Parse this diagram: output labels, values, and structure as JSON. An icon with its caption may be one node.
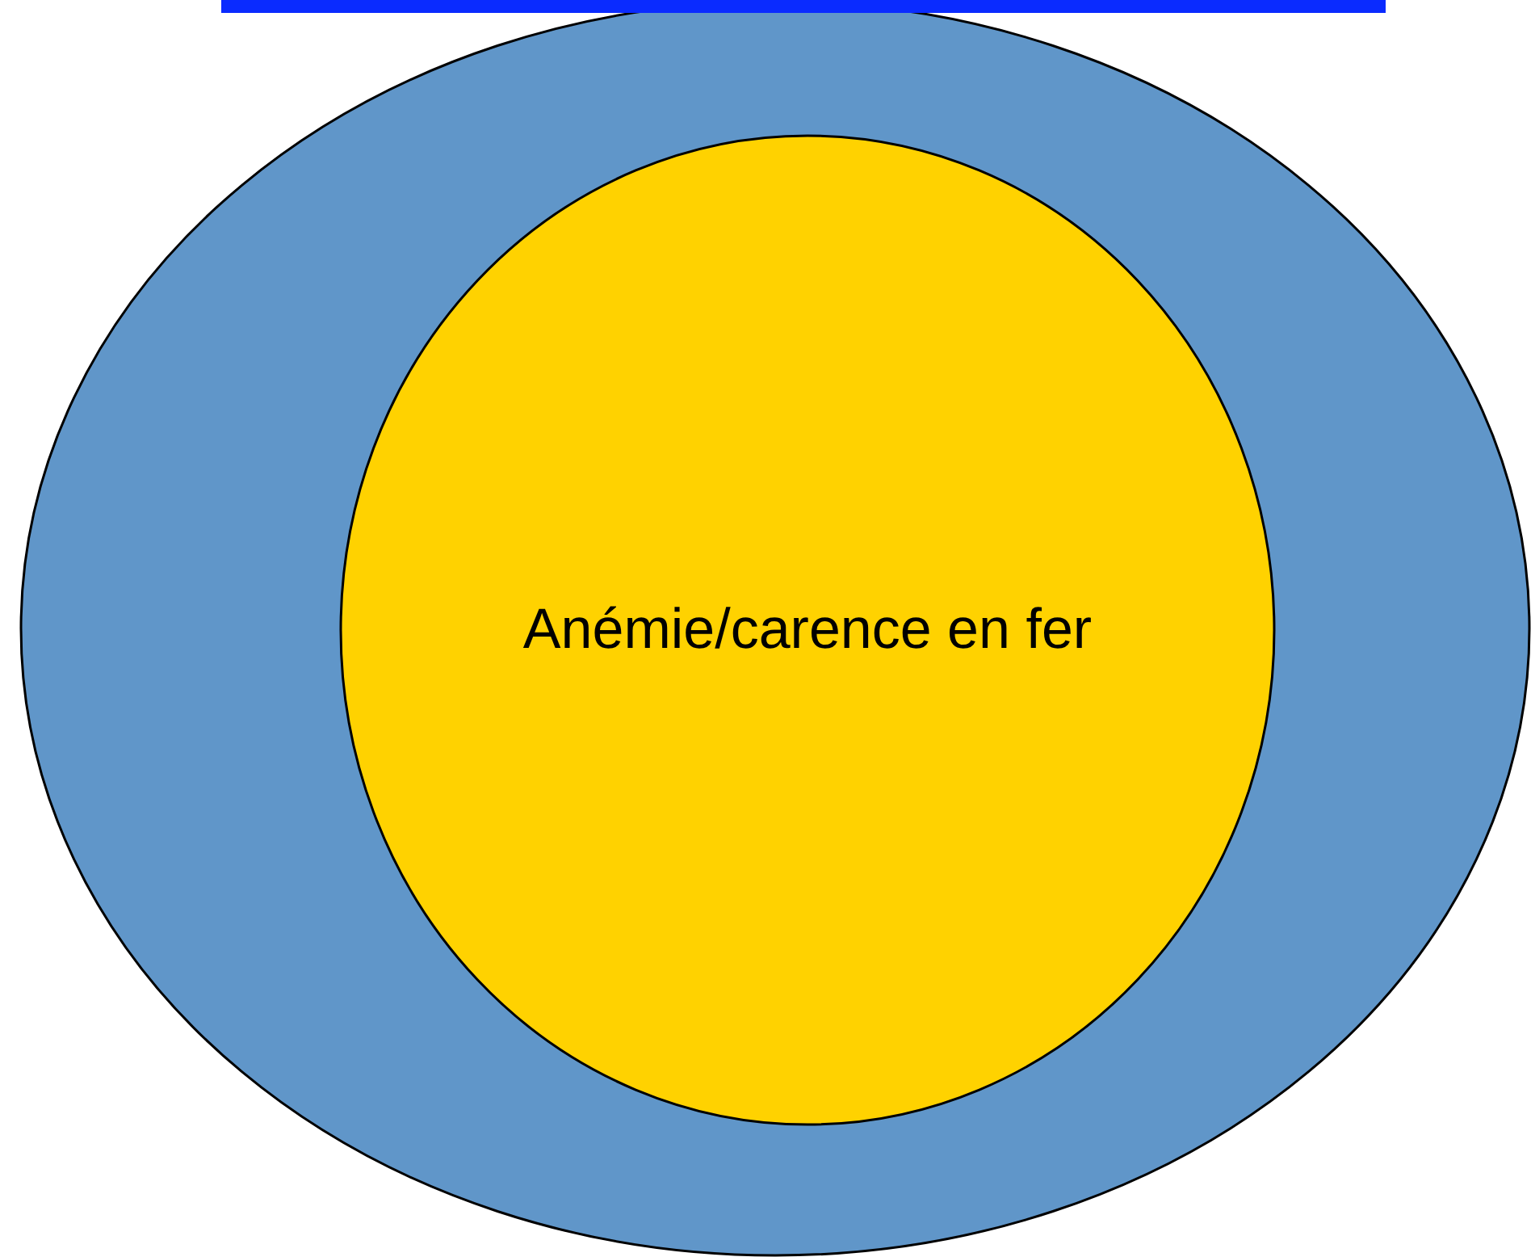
{
  "diagram": {
    "nodes": [
      {
        "text": [],
        "shape": "ellipse"
      },
      {
        "text": [
          "Anémie/carence en fer"
        ],
        "in": 0
      }
    ]
  }
}
